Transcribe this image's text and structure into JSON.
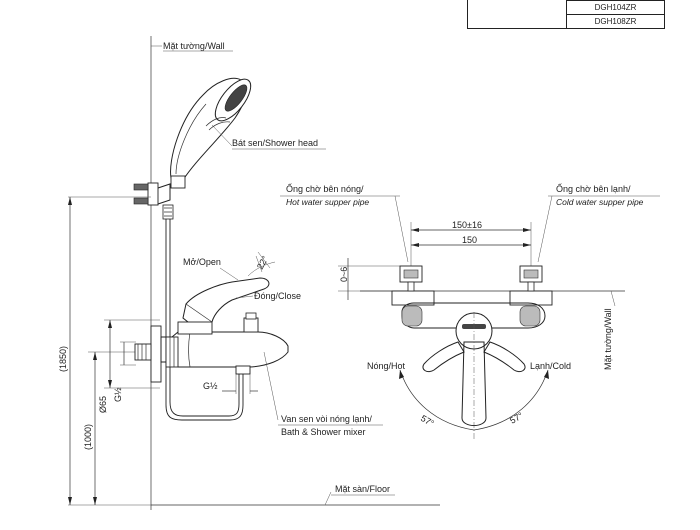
{
  "models": [
    "DGH104ZR",
    "DGH108ZR"
  ],
  "labels": {
    "wall": "Mặt tường/Wall",
    "shower_head": "Bát sen/Shower head",
    "open": "Mở/Open",
    "close": "Đóng/Close",
    "mixer_line1": "Van sen vòi nóng lạnh/",
    "mixer_line2": "Bath & Shower mixer",
    "floor": "Mặt sàn/Floor",
    "hot_pipe_line1": "Ống chờ bên nóng/",
    "hot_pipe_line2": "Hot water supper pipe",
    "cold_pipe_line1": "Ống chờ bên lạnh/",
    "cold_pipe_line2": "Cold water supper pipe",
    "hot": "Nóng/Hot",
    "cold": "Lạnh/Cold",
    "wall_vertical": "Mặt tường/Wall"
  },
  "dimensions": {
    "total_height": "(1850)",
    "mixer_height": "(1000)",
    "diameter": "Ø65",
    "thread_left": "G½",
    "thread_outlet": "G½",
    "angle_open": "22°",
    "spacing_tol": "150±16",
    "spacing": "150",
    "offset": "0~6",
    "angle_left": "57°",
    "angle_right": "57°"
  }
}
